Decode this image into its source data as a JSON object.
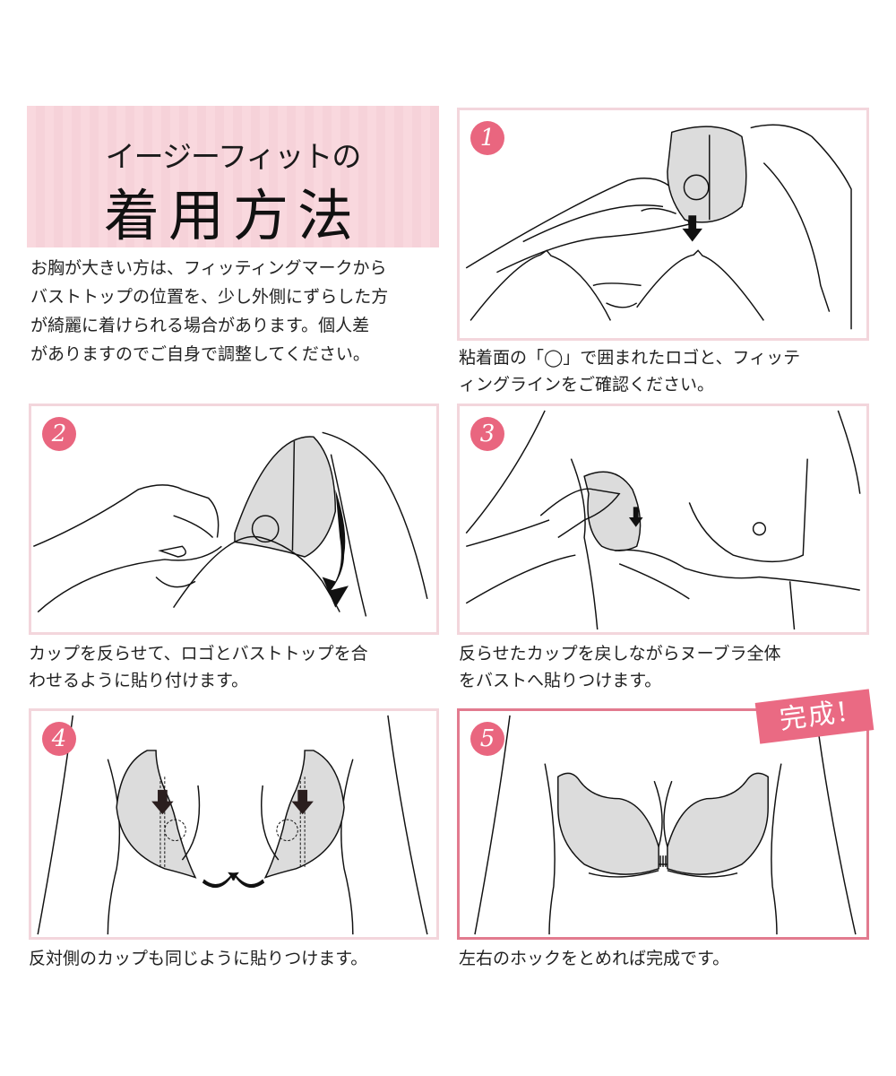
{
  "header": {
    "subtitle": "イージーフィットの",
    "title": "着用方法",
    "intro_lines": [
      "お胸が大きい方は、フィッティングマークから",
      "バストトップの位置を、少し外側にずらした方",
      "が綺麗に着けられる場合があります。個人差",
      "がありますのでご自身で調整してください。"
    ]
  },
  "steps": [
    {
      "number": "1",
      "caption_lines": [
        "粘着面の「◯」で囲まれたロゴと、フィッテ",
        "ィングラインをご確認ください。"
      ]
    },
    {
      "number": "2",
      "caption_lines": [
        "カップを反らせて、ロゴとバストトップを合",
        "わせるように貼り付けます。"
      ]
    },
    {
      "number": "3",
      "caption_lines": [
        "反らせたカップを戻しながらヌーブラ全体",
        "をバストへ貼りつけます。"
      ]
    },
    {
      "number": "4",
      "caption_lines": [
        "反対側のカップも同じように貼りつけます。"
      ]
    },
    {
      "number": "5",
      "caption_lines": [
        "左右のホックをとめれば完成です。"
      ]
    }
  ],
  "completion_tag": "完成!",
  "colors": {
    "accent_pink": "#e9667f",
    "panel_border": "#f3d6dc",
    "final_border": "#e27b8f",
    "banner_bg": "#f9d8de",
    "cup_fill": "#dcdcdc"
  }
}
